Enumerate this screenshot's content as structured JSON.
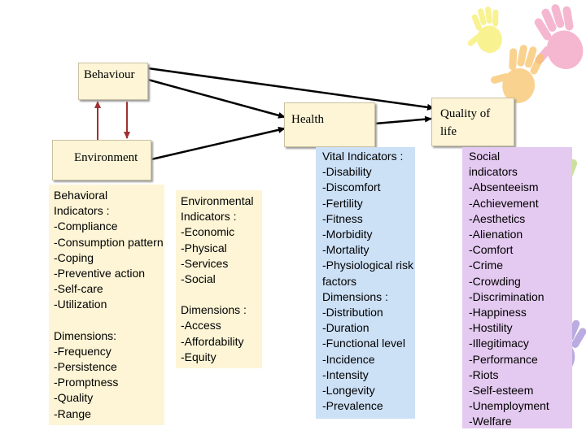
{
  "boxes": {
    "behaviour": "Behaviour",
    "health": "Health",
    "environment": "Environment",
    "quality_of_life": "Quality of life"
  },
  "behavioral_panel": {
    "heading": "Behavioral Indicators :",
    "items": [
      "-Compliance",
      "-Consumption pattern",
      "-Coping",
      "-Preventive action",
      "-Self-care",
      "-Utilization"
    ],
    "dimensions_heading": "Dimensions:",
    "dimensions": [
      "-Frequency",
      "-Persistence",
      "-Promptness",
      "-Quality",
      "-Range"
    ]
  },
  "environmental_panel": {
    "heading": "Environmental Indicators :",
    "items": [
      "-Economic",
      "-Physical",
      "-Services",
      "-Social"
    ],
    "dimensions_heading": "Dimensions :",
    "dimensions": [
      "-Access",
      "-Affordability",
      "-Equity"
    ]
  },
  "vital_panel": {
    "heading": "Vital Indicators :",
    "items": [
      "-Disability",
      "-Discomfort",
      "-Fertility",
      "-Fitness",
      "-Morbidity",
      "-Mortality",
      "-Physiological risk factors"
    ],
    "dimensions_heading": "Dimensions :",
    "dimensions": [
      "-Distribution",
      "-Duration",
      "-Functional level",
      "-Incidence",
      "-Intensity",
      "-Longevity",
      "-Prevalence"
    ]
  },
  "social_panel": {
    "heading": "Social indicators",
    "items": [
      "-Absenteeism",
      "-Achievement",
      "-Aesthetics",
      "-Alienation",
      "-Comfort",
      "-Crime",
      "-Crowding",
      "-Discrimination",
      "-Happiness",
      "-Hostility",
      "-Illegitimacy",
      "-Performance",
      "-Riots",
      "-Self-esteem",
      "-Unemployment",
      "-Welfare"
    ]
  },
  "colors": {
    "box_fill": "#fdf5d6",
    "vital_fill": "#cce0f6",
    "social_fill": "#e4c9f0",
    "arrow_black": "#000000",
    "arrow_red": "#a03030",
    "hands": [
      "#f2a0c0",
      "#f7c46a",
      "#f6ee6c",
      "#b9d77a",
      "#7bc6e6",
      "#a48fd6",
      "#ef8a5a"
    ]
  }
}
